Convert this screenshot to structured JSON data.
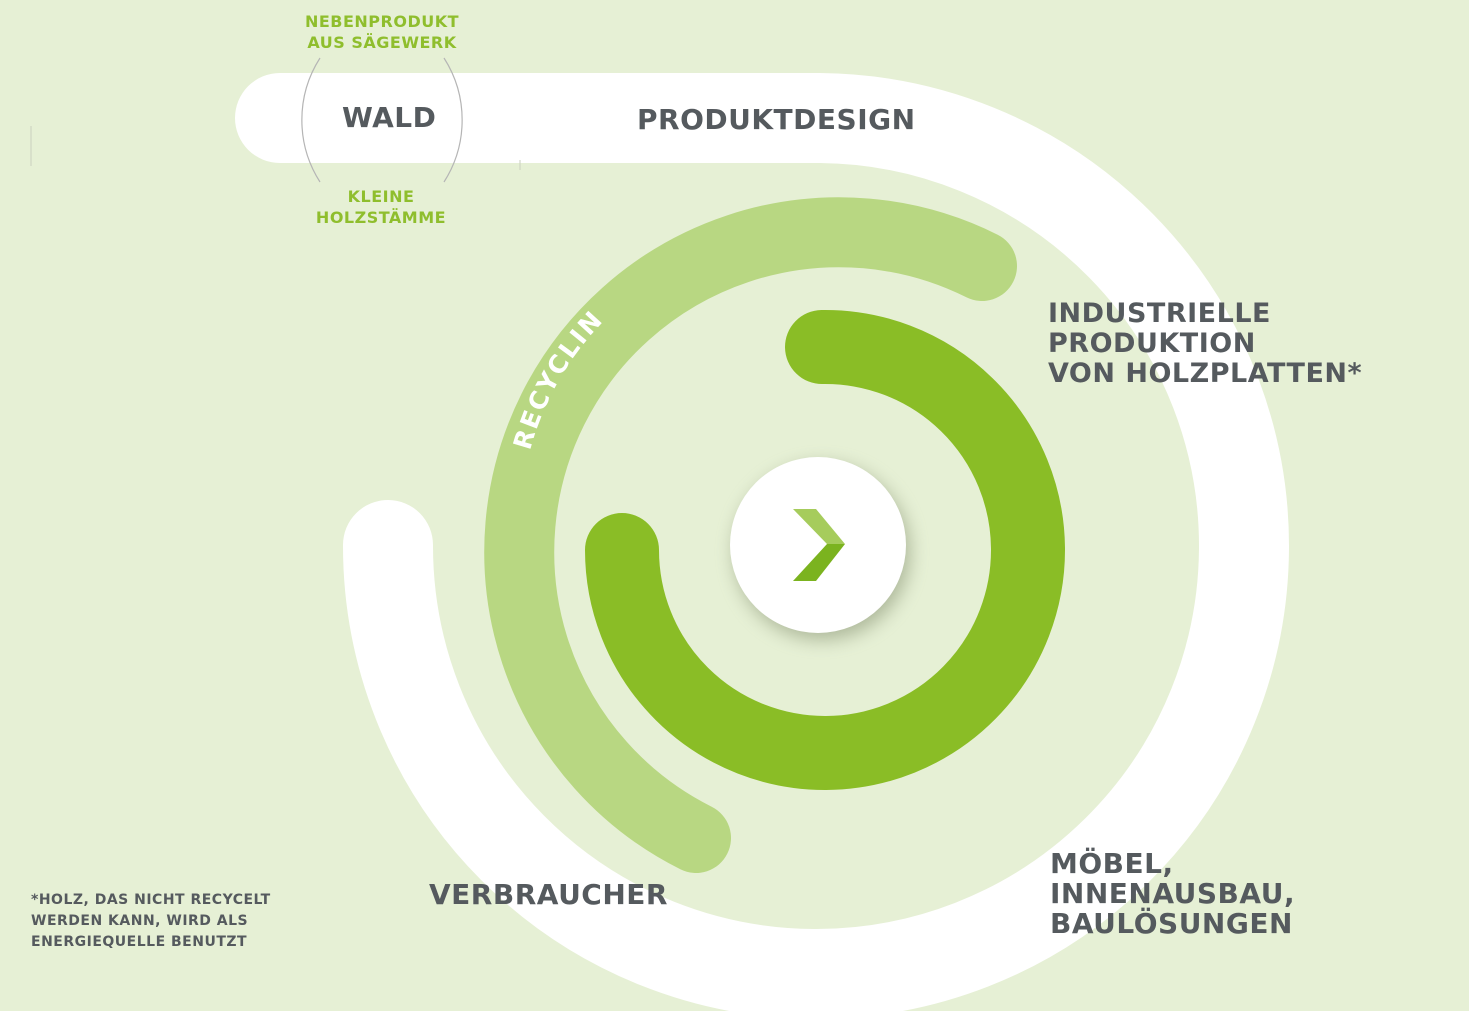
{
  "colors": {
    "background": "#e6f0d5",
    "white_track": "#ffffff",
    "light_green": "#b8d782",
    "dark_green": "#8abd26",
    "text_dark": "#555a5e",
    "text_green": "#8fbe2d"
  },
  "labels": {
    "byproduct": "NEBENPRODUKT\nAUS SÄGEWERK",
    "forest": "WALD",
    "small_logs": "KLEINE\nHOLZSTÄMME",
    "product_design": "PRODUKTDESIGN",
    "industrial": "INDUSTRIELLE PRODUKTION\nVON HOLZPLATTEN*",
    "recycling": "RECYCLING",
    "consumer": "VERBRAUCHER",
    "furniture": "MÖBEL,\nINNENAUSBAU,\nBAULÖSUNGEN",
    "footnote": "*HOLZ, DAS NICHT RECYCELT\nWERDEN KANN, WIRD ALS\nENERGIEQUELLE BENUTZT"
  },
  "center_icon": "chevron-logo-icon"
}
